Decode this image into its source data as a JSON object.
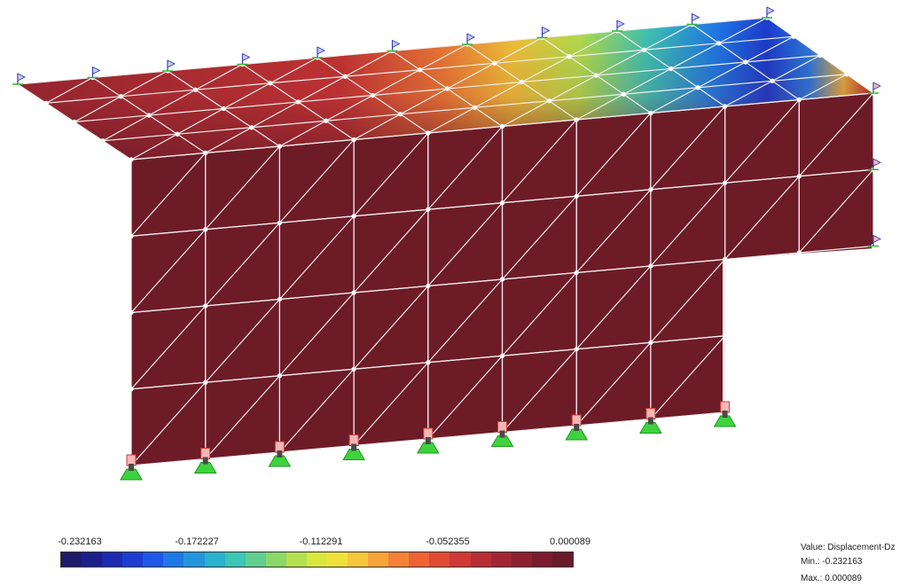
{
  "result": {
    "value_label": "Value: Displacement-Dz",
    "min_label": "Min.: -0.232163",
    "max_label": "Max.: 0.000089"
  },
  "colorbar": {
    "ticks": [
      "-0.232163",
      "-0.172227",
      "-0.112291",
      "-0.052355",
      "0.000089"
    ],
    "colors": [
      "#1e1a6a",
      "#1d1f8c",
      "#1c2ab0",
      "#1b3ed0",
      "#1e58e6",
      "#1f78e8",
      "#2296dd",
      "#28b3cf",
      "#3bc6b6",
      "#5ecf8f",
      "#88d86a",
      "#b4e04e",
      "#dbe63c",
      "#f0e13a",
      "#f6c63a",
      "#f7a43a",
      "#f48236",
      "#ee6333",
      "#e04a32",
      "#cf3833",
      "#b92e33",
      "#a22632",
      "#8c2030",
      "#7a1c2e",
      "#6a1a28"
    ],
    "accent_struct": "#6d1b27",
    "mesh_line": "#f2eeee"
  }
}
